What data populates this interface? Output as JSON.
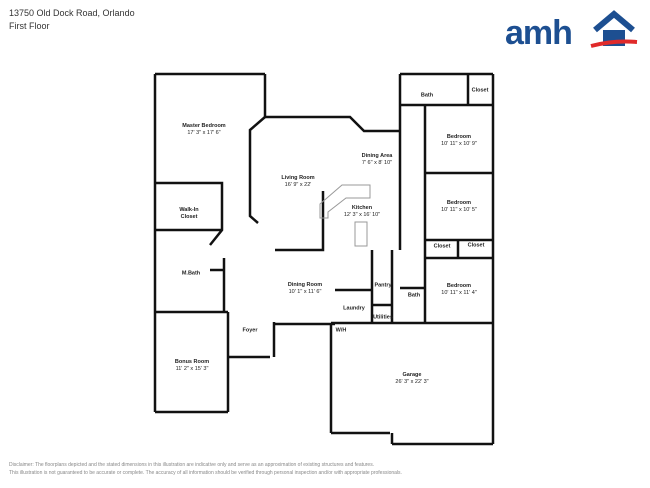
{
  "header": {
    "address": "13750 Old Dock Road, Orlando",
    "floor": "First Floor"
  },
  "logo": {
    "text": "amh",
    "colors": {
      "blue": "#1d4f91",
      "red": "#e02a2a"
    }
  },
  "rooms": [
    {
      "name": "Master Bedroom",
      "dims": "17' 3\" x 17' 6\""
    },
    {
      "name": "Living Room",
      "dims": "16' 9\" x 22'"
    },
    {
      "name": "Dining Area",
      "dims": "7' 6\" x 8' 10\""
    },
    {
      "name": "Kitchen",
      "dims": "12' 3\" x 16' 10\""
    },
    {
      "name": "Bedroom",
      "dims": "10' 11\" x 10' 9\""
    },
    {
      "name": "Bedroom",
      "dims": "10' 11\" x 10' 5\""
    },
    {
      "name": "Bedroom",
      "dims": "10' 11\" x 11' 4\""
    },
    {
      "name": "Dining Room",
      "dims": "10' 1\" x 11' 6\""
    },
    {
      "name": "Bonus Room",
      "dims": "11' 2\" x 15' 3\""
    },
    {
      "name": "Garage",
      "dims": "26' 3\" x 22' 3\""
    },
    {
      "name": "Walk-In Closet",
      "dims": ""
    },
    {
      "name": "M.Bath",
      "dims": ""
    },
    {
      "name": "Foyer",
      "dims": ""
    },
    {
      "name": "Laundry",
      "dims": ""
    },
    {
      "name": "Pantry",
      "dims": ""
    },
    {
      "name": "Utilities",
      "dims": ""
    },
    {
      "name": "Bath",
      "dims": ""
    },
    {
      "name": "Bath",
      "dims": ""
    },
    {
      "name": "Closet",
      "dims": ""
    },
    {
      "name": "Closet",
      "dims": ""
    },
    {
      "name": "Closet",
      "dims": ""
    },
    {
      "name": "W/H",
      "dims": ""
    }
  ],
  "disclaimer": {
    "line1": "Disclaimer: The floorplans depicted and the stated dimensions in this illustration are indicative only and serve as an approximation of existing structures and features.",
    "line2": "This illustration is not guaranteed to be accurate or complete. The accuracy of all information should be verified through personal inspection and/or with appropriate professionals."
  }
}
